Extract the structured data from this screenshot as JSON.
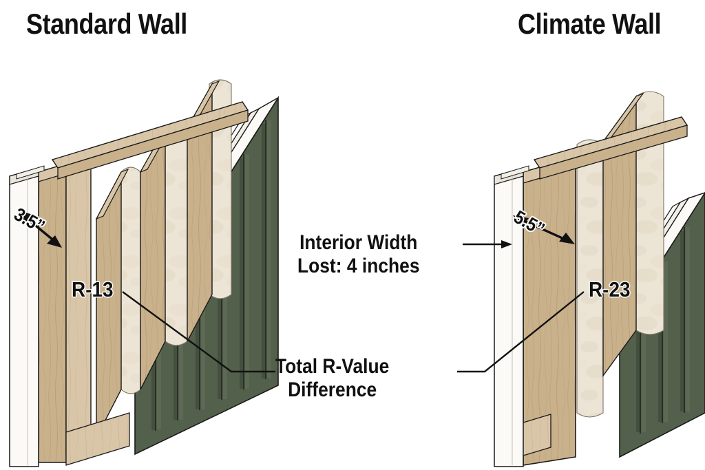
{
  "diagram": {
    "background_color": "#ffffff",
    "type": "isometric wall assembly cutaway comparison"
  },
  "titles": {
    "left": "Standard Wall",
    "right": "Climate Wall"
  },
  "left_wall": {
    "name": "standard-wall",
    "stud_depth_label": "3.5”",
    "r_value_label": "R-13"
  },
  "right_wall": {
    "name": "climate-wall",
    "stud_depth_label": "5.5”",
    "r_value_label": "R-23"
  },
  "callouts": {
    "interior_width": {
      "line1": "Interior Width",
      "line2": "Lost: 4 inches"
    },
    "total_rvalue": {
      "line1": "Total R-Value",
      "line2": "Difference"
    }
  },
  "colors": {
    "siding_green": "#53604b",
    "siding_green_dark": "#3f4a39",
    "siding_green_light": "#5e6b55",
    "wood_tan": "#c9b18c",
    "wood_tan_light": "#d9c6a8",
    "wood_tan_dark": "#b89b73",
    "insulation_cream": "#ece4d5",
    "insulation_shadow": "#ded3c0",
    "drywall_white": "#fbfaf7",
    "drywall_edge": "#e8e5dd",
    "outline": "#1a1a1a",
    "text": "#111111"
  }
}
